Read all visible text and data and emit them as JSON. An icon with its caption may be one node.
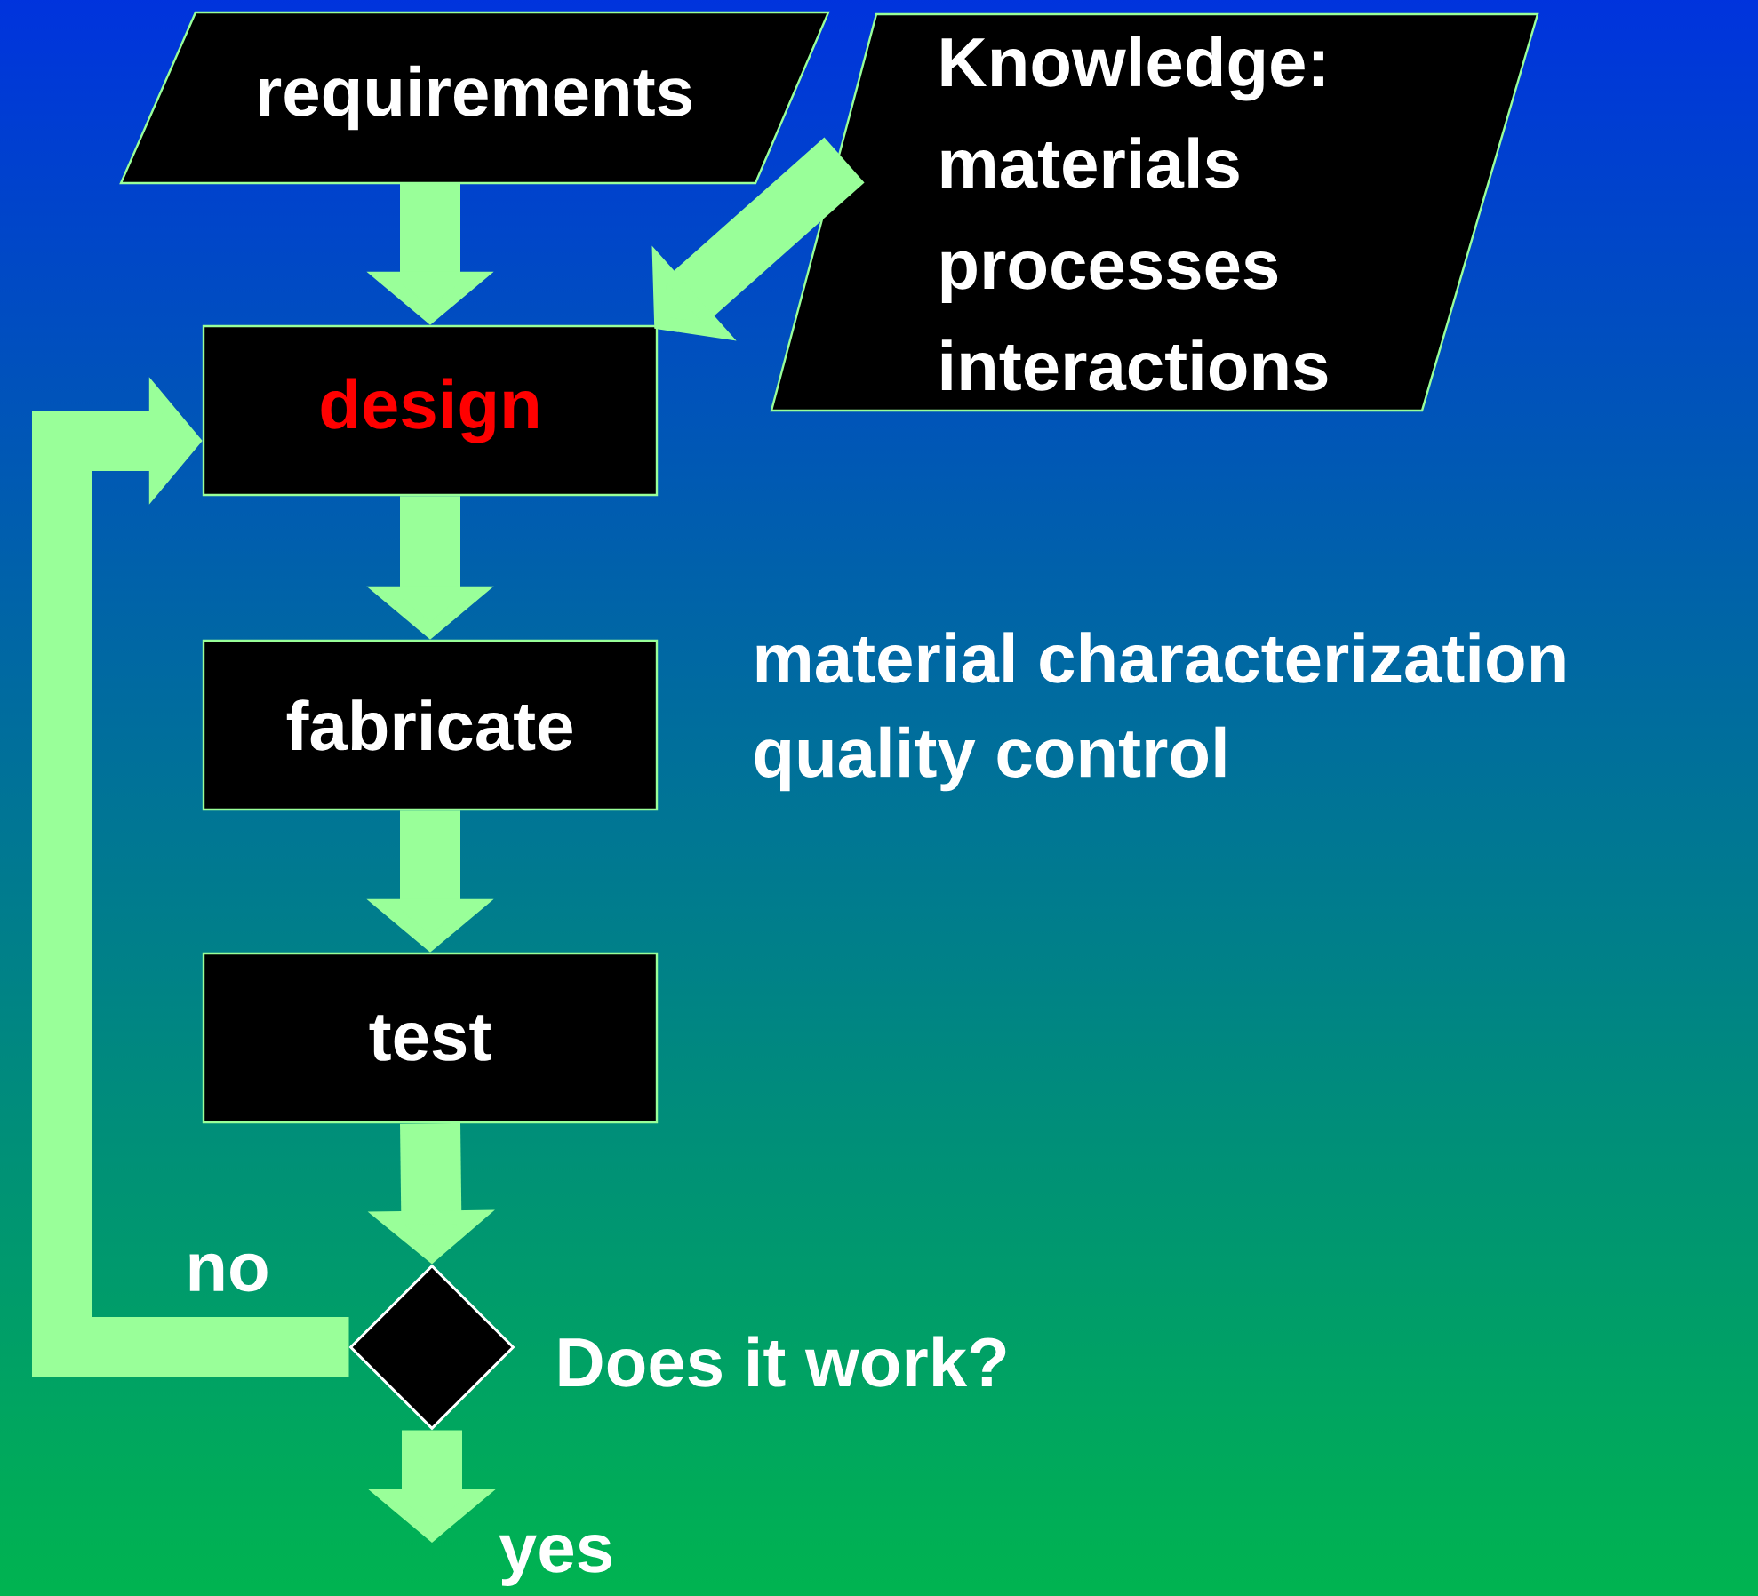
{
  "diagram": {
    "nodes": [
      {
        "text": [
          "requirements"
        ]
      },
      {
        "text": [
          "Knowledge:",
          "materials",
          "processes",
          "interactions"
        ]
      },
      {
        "text": [
          "design"
        ]
      },
      {
        "text": [
          "fabricate"
        ]
      },
      {
        "text": [
          "test"
        ]
      },
      {
        "text": [],
        "shape": "diamond",
        "beside": [
          "Does it work?"
        ]
      }
    ],
    "edges": [
      {
        "from": 0,
        "to": 2,
        "arrow": "to"
      },
      {
        "from": 1,
        "to": 2,
        "arrow": "to"
      },
      {
        "from": 2,
        "to": 3,
        "arrow": "to"
      },
      {
        "from": 3,
        "to": 4,
        "arrow": "to"
      },
      {
        "from": 4,
        "to": 5,
        "arrow": "to"
      },
      {
        "from": 5,
        "to": 2,
        "arrow": "to",
        "label": "no"
      },
      {
        "from": 5,
        "to": null,
        "arrow": "to",
        "label": "yes"
      }
    ],
    "labels": [
      "material characterization",
      "quality control"
    ]
  }
}
